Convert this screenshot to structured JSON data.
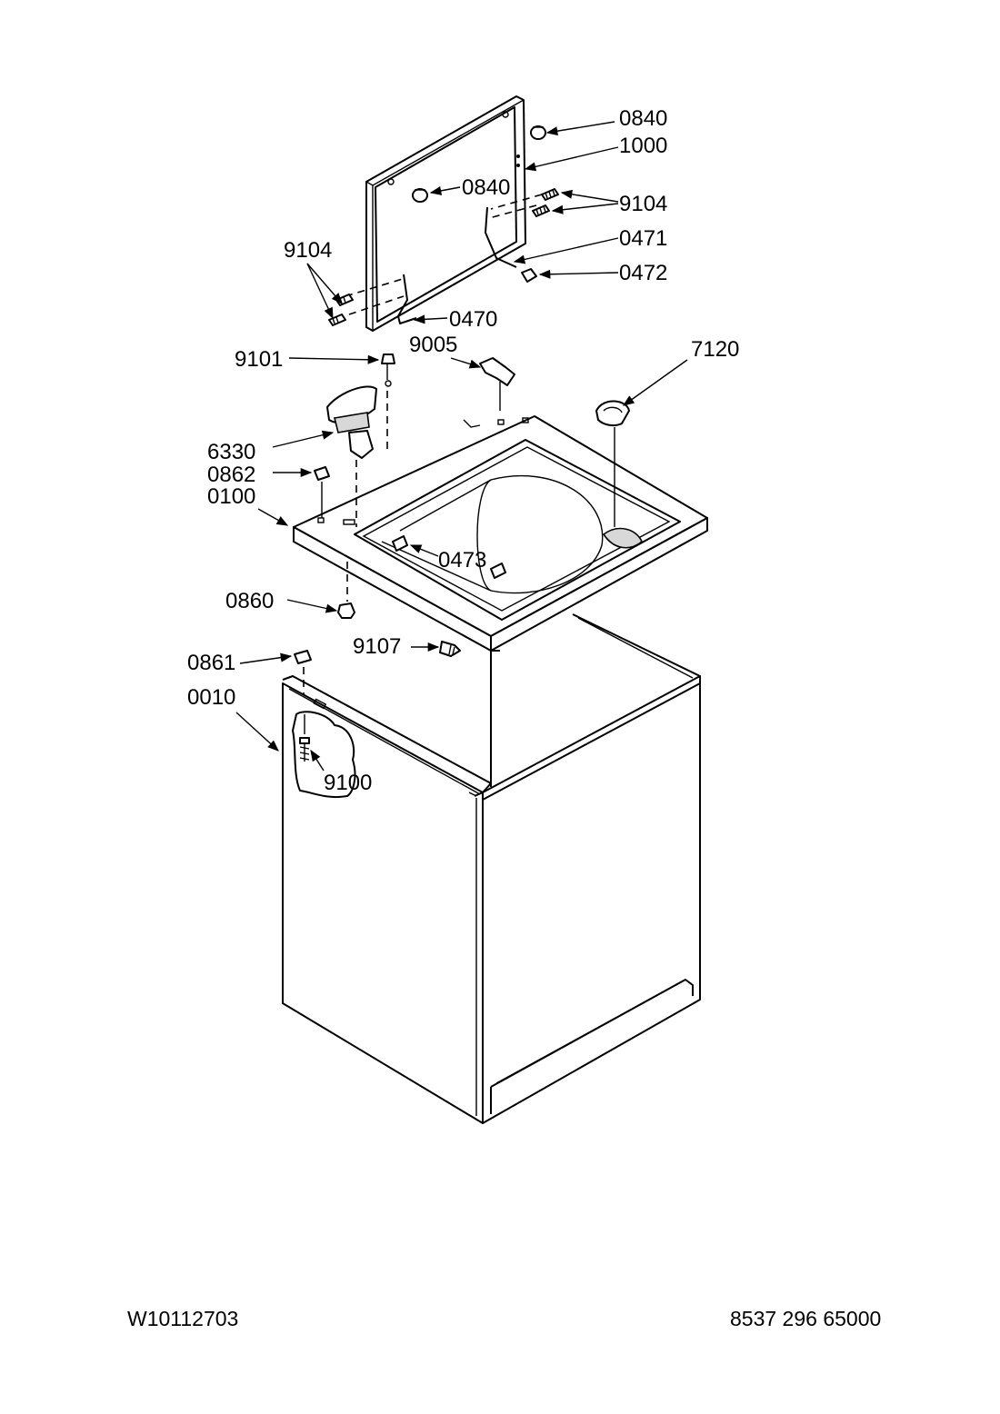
{
  "callouts": {
    "c0840a": "0840",
    "c1000": "1000",
    "c0840b": "0840",
    "c9104a": "9104",
    "c0471": "0471",
    "c0472": "0472",
    "c9104b": "9104",
    "c0470": "0470",
    "c9101": "9101",
    "c9005": "9005",
    "c7120": "7120",
    "c6330": "6330",
    "c0862": "0862",
    "c0100": "0100",
    "c0473": "0473",
    "c0860": "0860",
    "c9107": "9107",
    "c0861": "0861",
    "c0010": "0010",
    "c9100": "9100"
  },
  "footer": {
    "left": "W10112703",
    "right": "8537 296 65000"
  }
}
